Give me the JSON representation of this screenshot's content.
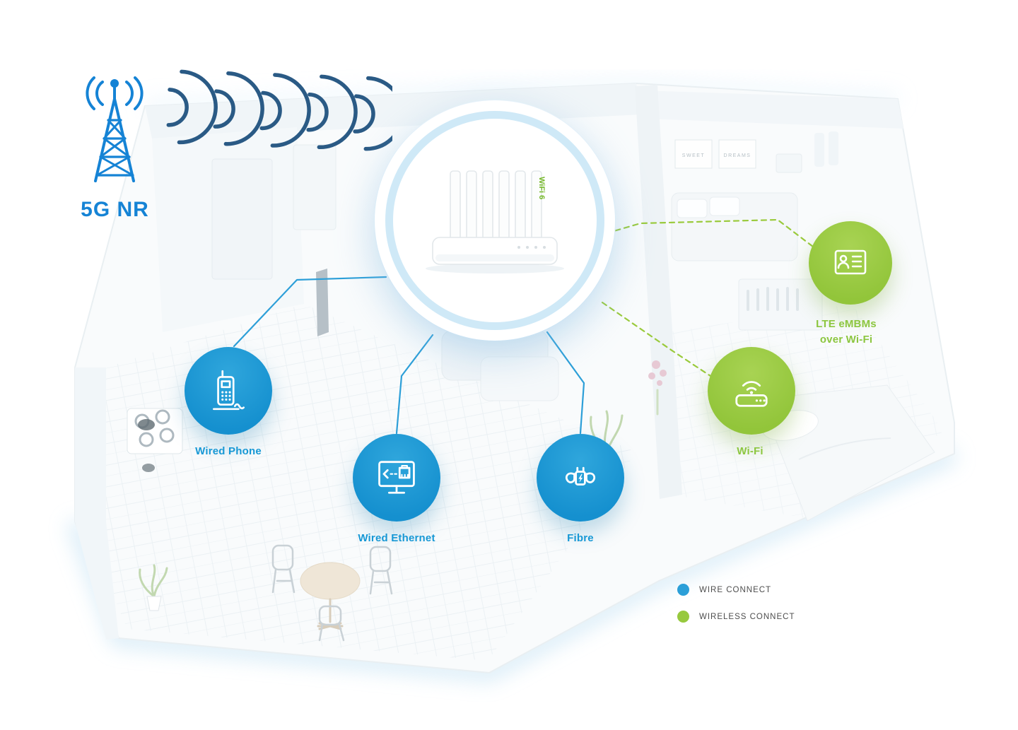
{
  "tower": {
    "label": "5G NR",
    "color": "#1583d5"
  },
  "router": {
    "badge": "WiFi 6"
  },
  "nodes": {
    "wired_phone": {
      "label": "Wired Phone",
      "color": "#1b9ad5"
    },
    "wired_ethernet": {
      "label": "Wired Ethernet",
      "color": "#1b9ad5"
    },
    "fibre": {
      "label": "Fibre",
      "color": "#1b9ad5"
    },
    "lte_embms": {
      "label_line1": "LTE eMBMs",
      "label_line2": "over Wi-Fi",
      "color": "#97c93e"
    },
    "wifi": {
      "label": "Wi-Fi",
      "color": "#97c93e"
    }
  },
  "legend": [
    {
      "label": "WIRE CONNECT",
      "color": "#2b9fd8"
    },
    {
      "label": "WIRELESS CONNECT",
      "color": "#97c93e"
    }
  ],
  "bedroom_frames": {
    "frame1": "SWEET",
    "frame2": "DREAMS"
  },
  "colors": {
    "wire_blue": "#1b9ad5",
    "wireless_green": "#97c93e",
    "wave_navy": "#2a5a85",
    "hub_ring": "#cfe9f7"
  }
}
